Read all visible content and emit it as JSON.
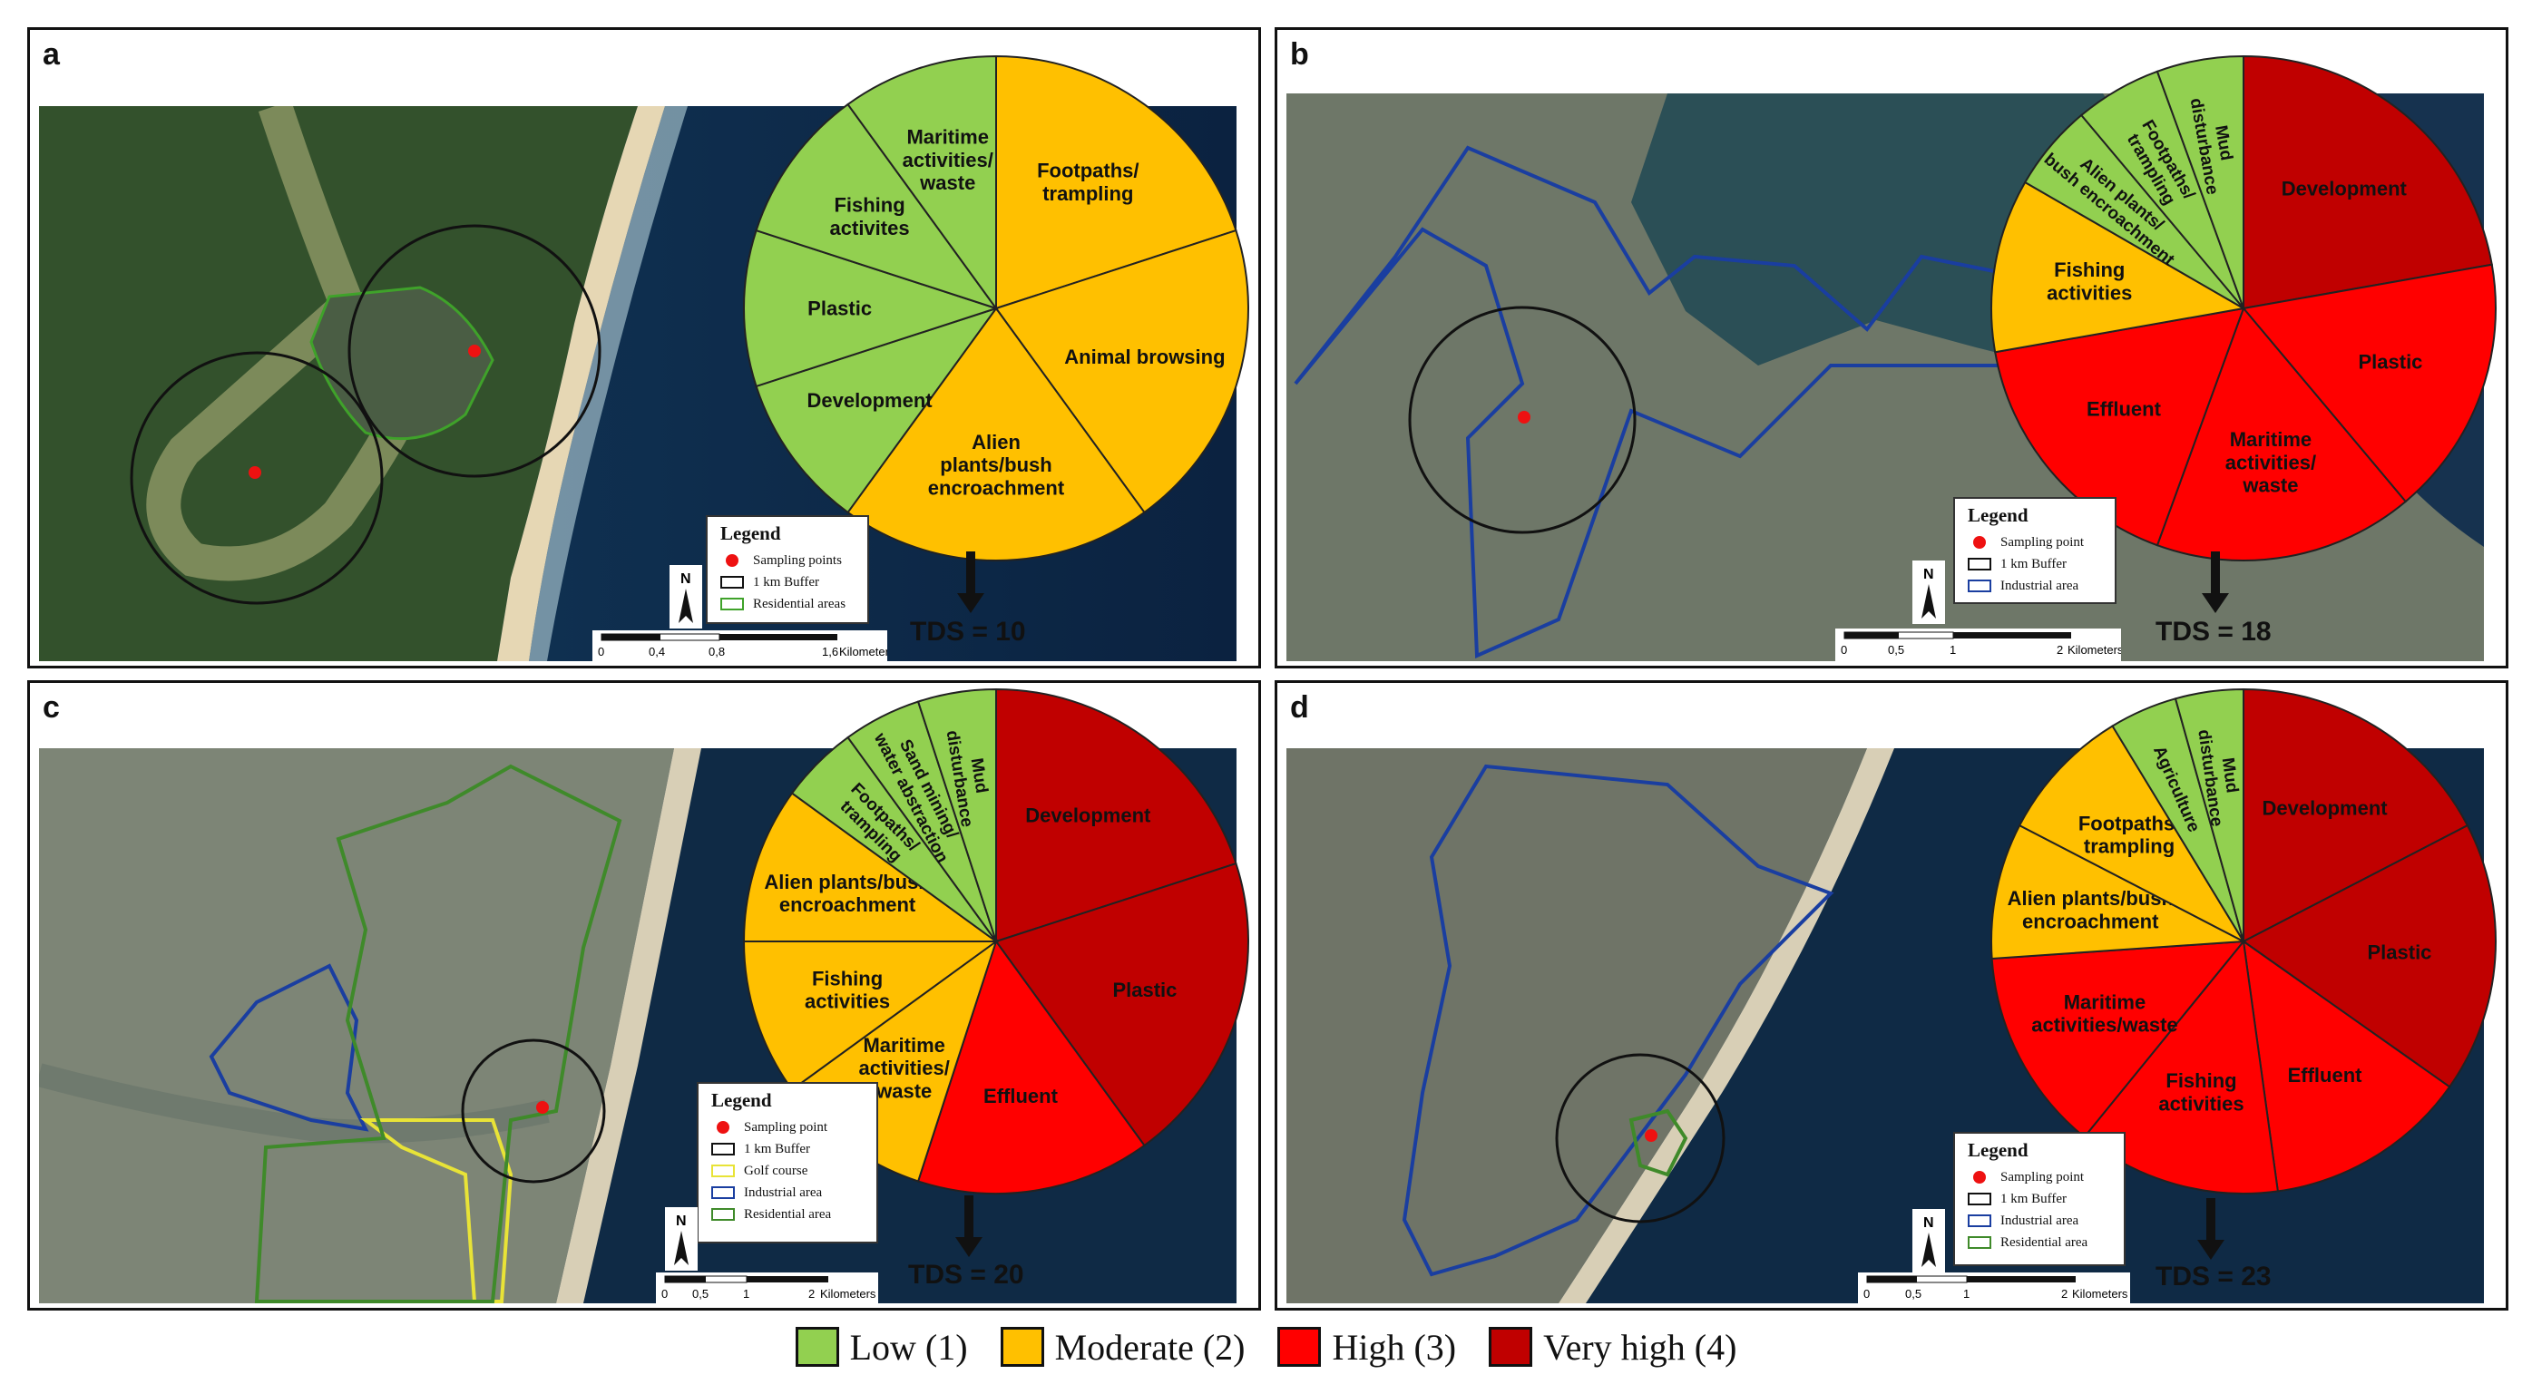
{
  "colors": {
    "low": "#92d050",
    "moderate": "#ffc000",
    "high": "#ff0000",
    "very_high": "#c00000"
  },
  "key": [
    {
      "label": "Low (1)",
      "level": "low"
    },
    {
      "label": "Moderate (2)",
      "level": "moderate"
    },
    {
      "label": "High (3)",
      "level": "high"
    },
    {
      "label": "Very high (4)",
      "level": "very_high"
    }
  ],
  "panels": [
    {
      "letter": "a",
      "tds": "TDS = 10",
      "legend": {
        "title": "Legend",
        "items": [
          {
            "label": "Sampling points",
            "symbol": "point"
          },
          {
            "label": "1 km Buffer",
            "symbol": "buffer"
          },
          {
            "label": "Residential areas",
            "symbol": "residential"
          }
        ]
      },
      "scale": {
        "ticks": [
          "0",
          "0,4",
          "0,8",
          "1,6"
        ],
        "unit": "Kilometers"
      },
      "north_label": "N"
    },
    {
      "letter": "b",
      "tds": "TDS = 18",
      "legend": {
        "title": "Legend",
        "items": [
          {
            "label": "Sampling point",
            "symbol": "point"
          },
          {
            "label": "1 km Buffer",
            "symbol": "buffer"
          },
          {
            "label": "Industrial area",
            "symbol": "industrial"
          }
        ]
      },
      "scale": {
        "ticks": [
          "0",
          "0,5",
          "1",
          "2"
        ],
        "unit": "Kilometers"
      },
      "north_label": "N"
    },
    {
      "letter": "c",
      "tds": "TDS = 20",
      "legend": {
        "title": "Legend",
        "items": [
          {
            "label": "Sampling point",
            "symbol": "point"
          },
          {
            "label": "1 km Buffer",
            "symbol": "buffer"
          },
          {
            "label": "Golf course",
            "symbol": "golf"
          },
          {
            "label": "Industrial area",
            "symbol": "industrial"
          },
          {
            "label": "Residential area",
            "symbol": "residential"
          }
        ]
      },
      "scale": {
        "ticks": [
          "0",
          "0,5",
          "1",
          "2"
        ],
        "unit": "Kilometers"
      },
      "north_label": "N"
    },
    {
      "letter": "d",
      "tds": "TDS = 23",
      "legend": {
        "title": "Legend",
        "items": [
          {
            "label": "Sampling point",
            "symbol": "point"
          },
          {
            "label": "1 km Buffer",
            "symbol": "buffer"
          },
          {
            "label": "Industrial area",
            "symbol": "industrial"
          },
          {
            "label": "Residential area",
            "symbol": "residential"
          }
        ]
      },
      "scale": {
        "ticks": [
          "0",
          "0,5",
          "1",
          "2"
        ],
        "unit": "Kilometers"
      },
      "north_label": "N"
    }
  ],
  "chart_data": [
    {
      "type": "pie",
      "panel": "a",
      "slices": [
        {
          "label": "Footpaths/\ntrampling",
          "value": 2,
          "level": "moderate"
        },
        {
          "label": "Animal browsing",
          "value": 2,
          "level": "moderate"
        },
        {
          "label": "Alien\nplants/bush\nencroachment",
          "value": 2,
          "level": "moderate"
        },
        {
          "label": "Development",
          "value": 1,
          "level": "low"
        },
        {
          "label": "Plastic",
          "value": 1,
          "level": "low"
        },
        {
          "label": "Fishing\nactivites",
          "value": 1,
          "level": "low"
        },
        {
          "label": "Maritime\nactivities/\nwaste",
          "value": 1,
          "level": "low"
        }
      ]
    },
    {
      "type": "pie",
      "panel": "b",
      "slices": [
        {
          "label": "Development",
          "value": 4,
          "level": "very_high"
        },
        {
          "label": "Plastic",
          "value": 3,
          "level": "high"
        },
        {
          "label": "Maritime\nactivities/\nwaste",
          "value": 3,
          "level": "high"
        },
        {
          "label": "Effluent",
          "value": 3,
          "level": "high"
        },
        {
          "label": "Fishing\nactivities",
          "value": 2,
          "level": "moderate"
        },
        {
          "label": "Alien plants/\nbush encroachment",
          "value": 1,
          "level": "low"
        },
        {
          "label": "Footpaths/\ntrampling",
          "value": 1,
          "level": "low"
        },
        {
          "label": "Mud\ndisturbance",
          "value": 1,
          "level": "low"
        }
      ]
    },
    {
      "type": "pie",
      "panel": "c",
      "slices": [
        {
          "label": "Development",
          "value": 4,
          "level": "very_high"
        },
        {
          "label": "Plastic",
          "value": 4,
          "level": "very_high"
        },
        {
          "label": "Effluent",
          "value": 3,
          "level": "high"
        },
        {
          "label": "Maritime\nactivities/\nwaste",
          "value": 2,
          "level": "moderate"
        },
        {
          "label": "Fishing\nactivities",
          "value": 2,
          "level": "moderate"
        },
        {
          "label": "Alien plants/bush\nencroachment",
          "value": 2,
          "level": "moderate"
        },
        {
          "label": "Footpaths/\ntrampling",
          "value": 1,
          "level": "low"
        },
        {
          "label": "Sand mining/\nwater abstraction",
          "value": 1,
          "level": "low"
        },
        {
          "label": "Mud\ndisturbance",
          "value": 1,
          "level": "low"
        }
      ]
    },
    {
      "type": "pie",
      "panel": "d",
      "slices": [
        {
          "label": "Development",
          "value": 4,
          "level": "very_high"
        },
        {
          "label": "Plastic",
          "value": 4,
          "level": "very_high"
        },
        {
          "label": "Effluent",
          "value": 3,
          "level": "high"
        },
        {
          "label": "Fishing\nactivities",
          "value": 3,
          "level": "high"
        },
        {
          "label": "Maritime\nactivities/waste",
          "value": 3,
          "level": "high"
        },
        {
          "label": "Alien plants/bush\nencroachment",
          "value": 2,
          "level": "moderate"
        },
        {
          "label": "Footpaths/\ntrampling",
          "value": 2,
          "level": "moderate"
        },
        {
          "label": "Agriculture",
          "value": 1,
          "level": "low"
        },
        {
          "label": "Mud\ndisturbance",
          "value": 1,
          "level": "low"
        }
      ]
    }
  ]
}
